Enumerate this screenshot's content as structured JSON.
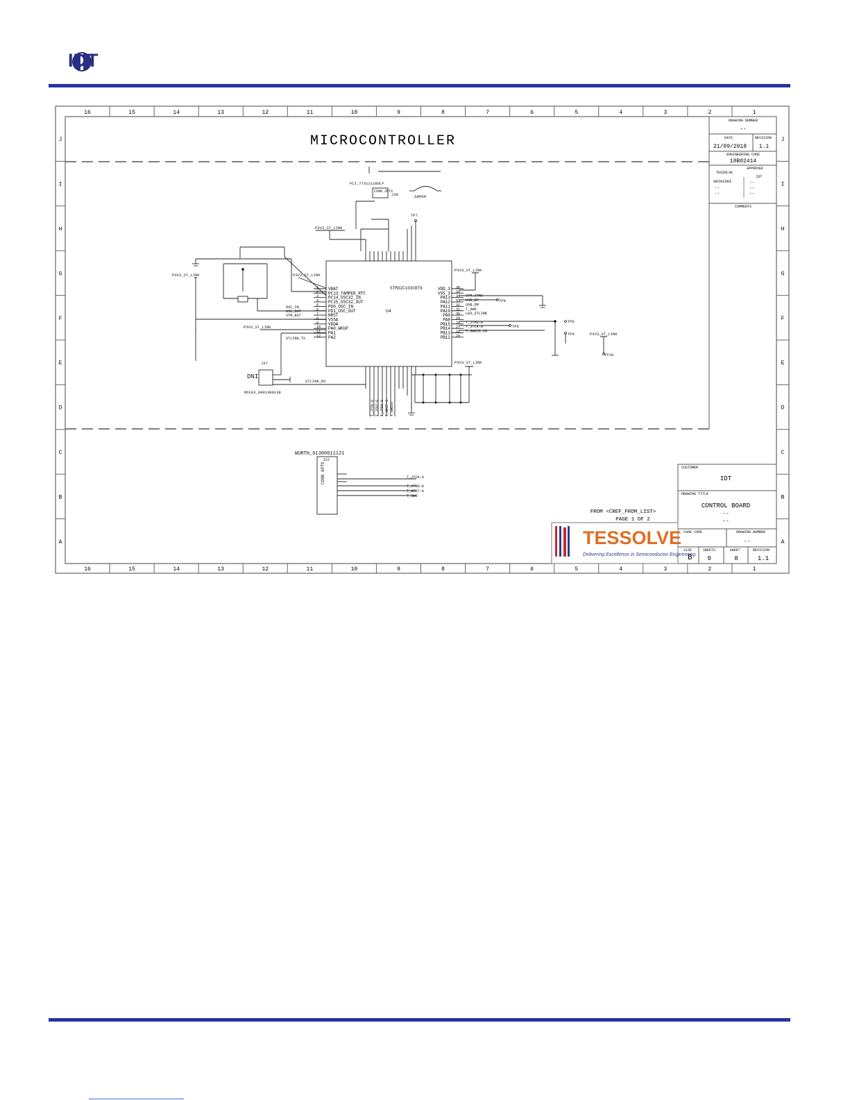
{
  "brand": {
    "logo_text": "IDT",
    "logo_color": "#2a2f83",
    "rule_color": "#2633a0"
  },
  "sheet": {
    "columns": [
      "16",
      "15",
      "14",
      "13",
      "12",
      "11",
      "10",
      "9",
      "8",
      "7",
      "6",
      "5",
      "4",
      "3",
      "2",
      "1"
    ],
    "rows": [
      "J",
      "I",
      "H",
      "G",
      "F",
      "E",
      "D",
      "C",
      "B",
      "A"
    ],
    "title": "MICROCONTROLLER"
  },
  "title_block": {
    "drawing_number_label": "DRAWING NUMBER",
    "drawing_number_value": "--",
    "date_label": "DATE",
    "date_value": "21/09/2018",
    "revision_label": "REVISION",
    "revision_value": "1.1",
    "eng_code_label": "ENGINEERING CODE",
    "eng_code_value": "18B02414",
    "approved_label": "APPROVED",
    "tessolve_label": "TESSOLVE",
    "idt_label": "IDT",
    "approver_1": "SRINIDHI",
    "dash": "--",
    "comments_label": "COMMENTS",
    "customer_label": "CUSTOMER",
    "customer_value": "IDT",
    "drawing_title_label": "DRAWING TITLE",
    "drawing_title_value": "CONTROL BOARD",
    "cage_code_label": "CAGE CODE",
    "drawing_number2_label": "DRAWING NUMBER",
    "size_label": "SIZE",
    "size_value": "B",
    "sheets_label": "SHEETS",
    "sheets_value": "9",
    "sheet_label": "SHEET",
    "sheet_value": "8",
    "revision2_label": "REVISION",
    "revision2_value": "1.1",
    "from_text": "FROM <CREF_FROM_LIST>",
    "page_text": "PAGE 1 OF 2",
    "tessolve_logo": "TESSOLVE",
    "tessolve_tagline": "Delivering Excellence in Semiconductor Engineering"
  },
  "schematic": {
    "u4_part": "STM32F103CBT6",
    "u4_ref": "U4",
    "left_pins": [
      {
        "num": "1",
        "name": "VBAT"
      },
      {
        "num": "2",
        "name": "PC13_TAMPER_RTC"
      },
      {
        "num": "3",
        "name": "PC14_OSC32_IN"
      },
      {
        "num": "4",
        "name": "PC15_OSC32_OUT"
      },
      {
        "num": "5",
        "name": "PD0_OSC_IN"
      },
      {
        "num": "6",
        "name": "PD1_OSC_OUT"
      },
      {
        "num": "7",
        "name": "NRST"
      },
      {
        "num": "8",
        "name": "VSSA"
      },
      {
        "num": "9",
        "name": "VDDA"
      },
      {
        "num": "10",
        "name": "PA0_WKUP"
      },
      {
        "num": "11",
        "name": "PA1"
      },
      {
        "num": "12",
        "name": "PA2"
      }
    ],
    "right_pins": [
      {
        "num": "36",
        "name": "VDD_3"
      },
      {
        "num": "35",
        "name": "VSS_3"
      },
      {
        "num": "34",
        "name": "PA13"
      },
      {
        "num": "33",
        "name": "PA12"
      },
      {
        "num": "32",
        "name": "PA11"
      },
      {
        "num": "31",
        "name": "PA10"
      },
      {
        "num": "30",
        "name": "PA9"
      },
      {
        "num": "29",
        "name": "PA8"
      },
      {
        "num": "28",
        "name": "PB15"
      },
      {
        "num": "27",
        "name": "PB14"
      },
      {
        "num": "26",
        "name": "PB13"
      },
      {
        "num": "25",
        "name": "PB12"
      }
    ],
    "right_nets": [
      "STM_JTMS",
      "USB_DP",
      "USB_DM",
      "T_SWO",
      "LED_STLINK",
      "",
      "T_JTMS-G",
      "T_JTCK-G",
      "T_SWDIO_IN"
    ],
    "left_nets": [
      "OSC_IN",
      "OSC_OUT",
      "STM_RST",
      "STLINK_TX"
    ],
    "power_net": "P3V3_ST_LINK",
    "stlink_rx": "STLINK_RX",
    "j37_ref": "J37",
    "j37_part": "MOLEX_0901380138",
    "dni": "DNI",
    "j38_conn": "CONN 2PTS",
    "j38_ref": "J38",
    "j38_part": "FCI_77311118DLF",
    "jumper": "JUMPER",
    "tp7": "TP7",
    "tp8": "TP8",
    "tp5": "TP5",
    "tp6": "TP6",
    "tp9": "TP9",
    "tp10": "TP10",
    "j22_part": "WURTH_61300611121",
    "j22_ref": "J22",
    "j22_conn": "CONN 6PTS",
    "j22_nets": [
      "T_JTCK-G",
      "T_JTDO-G",
      "T_NRST-G",
      "T_SWO"
    ],
    "bottom_nets": [
      "T_JTCK-G",
      "T_JTDI-G",
      "T_JTDO-G",
      "T_NRST-G",
      "T_SWDIO"
    ]
  }
}
